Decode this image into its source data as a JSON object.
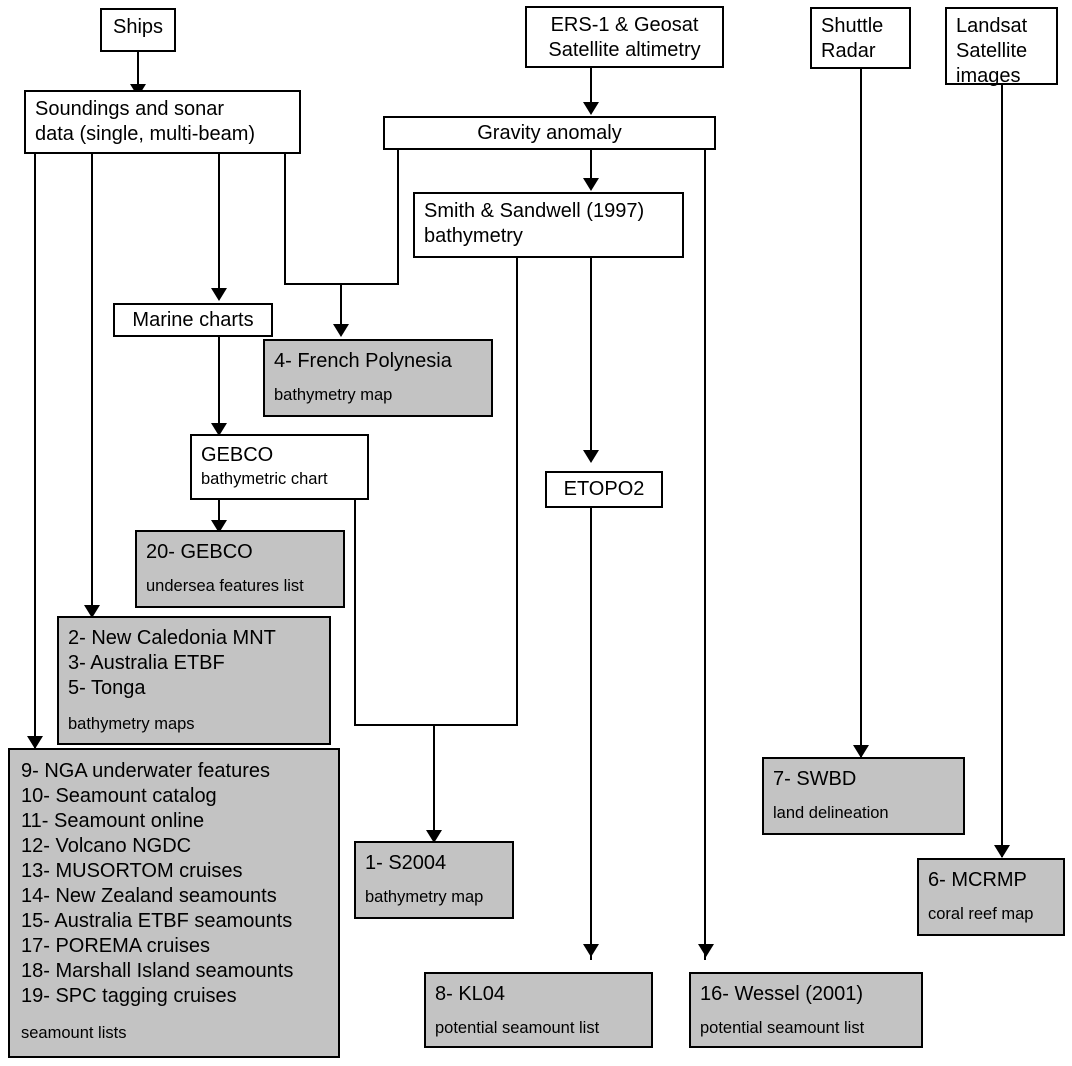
{
  "diagram": {
    "title": "Data sources and derived seamount / bathymetry products flowchart",
    "colors": {
      "gray_fill": "#c3c3c3",
      "white_fill": "#ffffff",
      "stroke": "#000000"
    },
    "nodes": {
      "ships": {
        "title": "Ships",
        "sub": ""
      },
      "soundings": {
        "title": "Soundings and sonar\ndata (single, multi-beam)",
        "sub": ""
      },
      "ers_geosat": {
        "title": "ERS-1 & Geosat\nSatellite altimetry",
        "sub": ""
      },
      "shuttle_radar": {
        "title": "Shuttle\nRadar",
        "sub": ""
      },
      "landsat": {
        "title": "Landsat\nSatellite\nimages",
        "sub": ""
      },
      "gravity_anomaly": {
        "title": "Gravity anomaly",
        "sub": ""
      },
      "smith_sandwell": {
        "title": "Smith & Sandwell (1997)\nbathymetry",
        "sub": ""
      },
      "marine_charts": {
        "title": "Marine charts",
        "sub": ""
      },
      "french_polynesia": {
        "title": "4- French Polynesia",
        "sub": "bathymetry map"
      },
      "gebco_chart": {
        "title": "GEBCO",
        "sub": "bathymetric chart"
      },
      "etopo2": {
        "title": "ETOPO2",
        "sub": ""
      },
      "gebco_list": {
        "title": "20- GEBCO",
        "sub": "undersea features list"
      },
      "bathymetry_maps": {
        "title": "2- New Caledonia MNT\n3- Australia ETBF\n5- Tonga",
        "sub": "bathymetry maps"
      },
      "seamount_lists": {
        "title": "9- NGA underwater features\n10- Seamount catalog\n11- Seamount online\n12- Volcano NGDC\n13- MUSORTOM cruises\n14- New Zealand seamounts\n15- Australia ETBF seamounts\n17- POREMA cruises\n18- Marshall Island seamounts\n19- SPC tagging cruises",
        "sub": "seamount lists"
      },
      "s2004": {
        "title": "1- S2004",
        "sub": "bathymetry map"
      },
      "swbd": {
        "title": "7- SWBD",
        "sub": "land delineation"
      },
      "mcrmp": {
        "title": "6- MCRMP",
        "sub": "coral reef map"
      },
      "kl04": {
        "title": "8- KL04",
        "sub": "potential seamount list"
      },
      "wessel": {
        "title": "16- Wessel (2001)",
        "sub": "potential seamount list"
      }
    },
    "edges": [
      {
        "from": "ships",
        "to": "soundings"
      },
      {
        "from": "soundings",
        "to": "seamount_lists"
      },
      {
        "from": "soundings",
        "to": "bathymetry_maps"
      },
      {
        "from": "soundings",
        "to": "marine_charts"
      },
      {
        "from": "soundings",
        "to": "french_polynesia"
      },
      {
        "from": "ers_geosat",
        "to": "gravity_anomaly"
      },
      {
        "from": "gravity_anomaly",
        "to": "smith_sandwell"
      },
      {
        "from": "gravity_anomaly",
        "to": "french_polynesia"
      },
      {
        "from": "gravity_anomaly",
        "to": "wessel"
      },
      {
        "from": "smith_sandwell",
        "to": "s2004"
      },
      {
        "from": "smith_sandwell",
        "to": "etopo2"
      },
      {
        "from": "marine_charts",
        "to": "gebco_chart"
      },
      {
        "from": "gebco_chart",
        "to": "gebco_list"
      },
      {
        "from": "gebco_chart",
        "to": "s2004"
      },
      {
        "from": "etopo2",
        "to": "kl04"
      },
      {
        "from": "shuttle_radar",
        "to": "swbd"
      },
      {
        "from": "landsat",
        "to": "mcrmp"
      }
    ]
  }
}
